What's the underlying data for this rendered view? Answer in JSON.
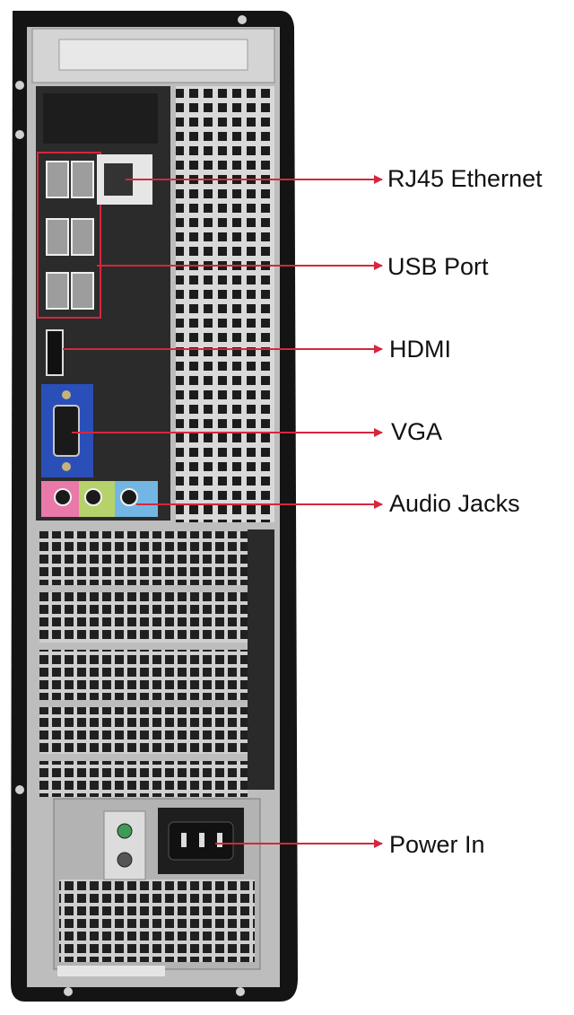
{
  "labels": {
    "ethernet": "RJ45 Ethernet",
    "usb": "USB Port",
    "hdmi": "HDMI",
    "vga": "VGA",
    "audio": "Audio Jacks",
    "power": "Power In"
  },
  "colors": {
    "callout": "#d7263d",
    "case_black": "#151515",
    "metal": "#c9c9c9",
    "io_panel": "#2b2b2b",
    "vga_blue": "#2b4fb8",
    "audio_pink": "#e979a9",
    "audio_green": "#b5d36a",
    "audio_blue": "#74b6e3"
  }
}
